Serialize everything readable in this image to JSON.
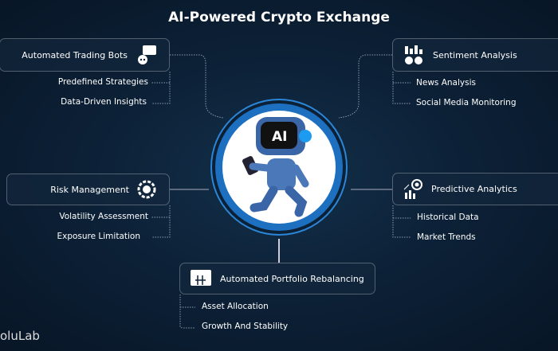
{
  "title": "AI-Powered Crypto Exchange",
  "center": {
    "label": "AI"
  },
  "nodes": {
    "trading": {
      "label": "Automated Trading Bots",
      "icon": "trading-bot-icon",
      "items": [
        "Predefined Strategies",
        "Data-Driven Insights"
      ]
    },
    "sentiment": {
      "label": "Sentiment Analysis",
      "icon": "sentiment-icon",
      "items": [
        "News Analysis",
        "Social Media Monitoring"
      ]
    },
    "risk": {
      "label": "Risk Management",
      "icon": "risk-gear-icon",
      "items": [
        "Volatility Assessment",
        "Exposure Limitation"
      ]
    },
    "predictive": {
      "label": "Predictive Analytics",
      "icon": "analytics-icon",
      "items": [
        "Historical Data",
        "Market Trends"
      ]
    },
    "portfolio": {
      "label": "Automated Portfolio Rebalancing",
      "icon": "portfolio-icon",
      "items": [
        "Asset Allocation",
        "Growth And Stability"
      ]
    }
  },
  "brand": "oluLab",
  "colors": {
    "accent": "#1d6fc0",
    "bg": "#0c2036"
  }
}
